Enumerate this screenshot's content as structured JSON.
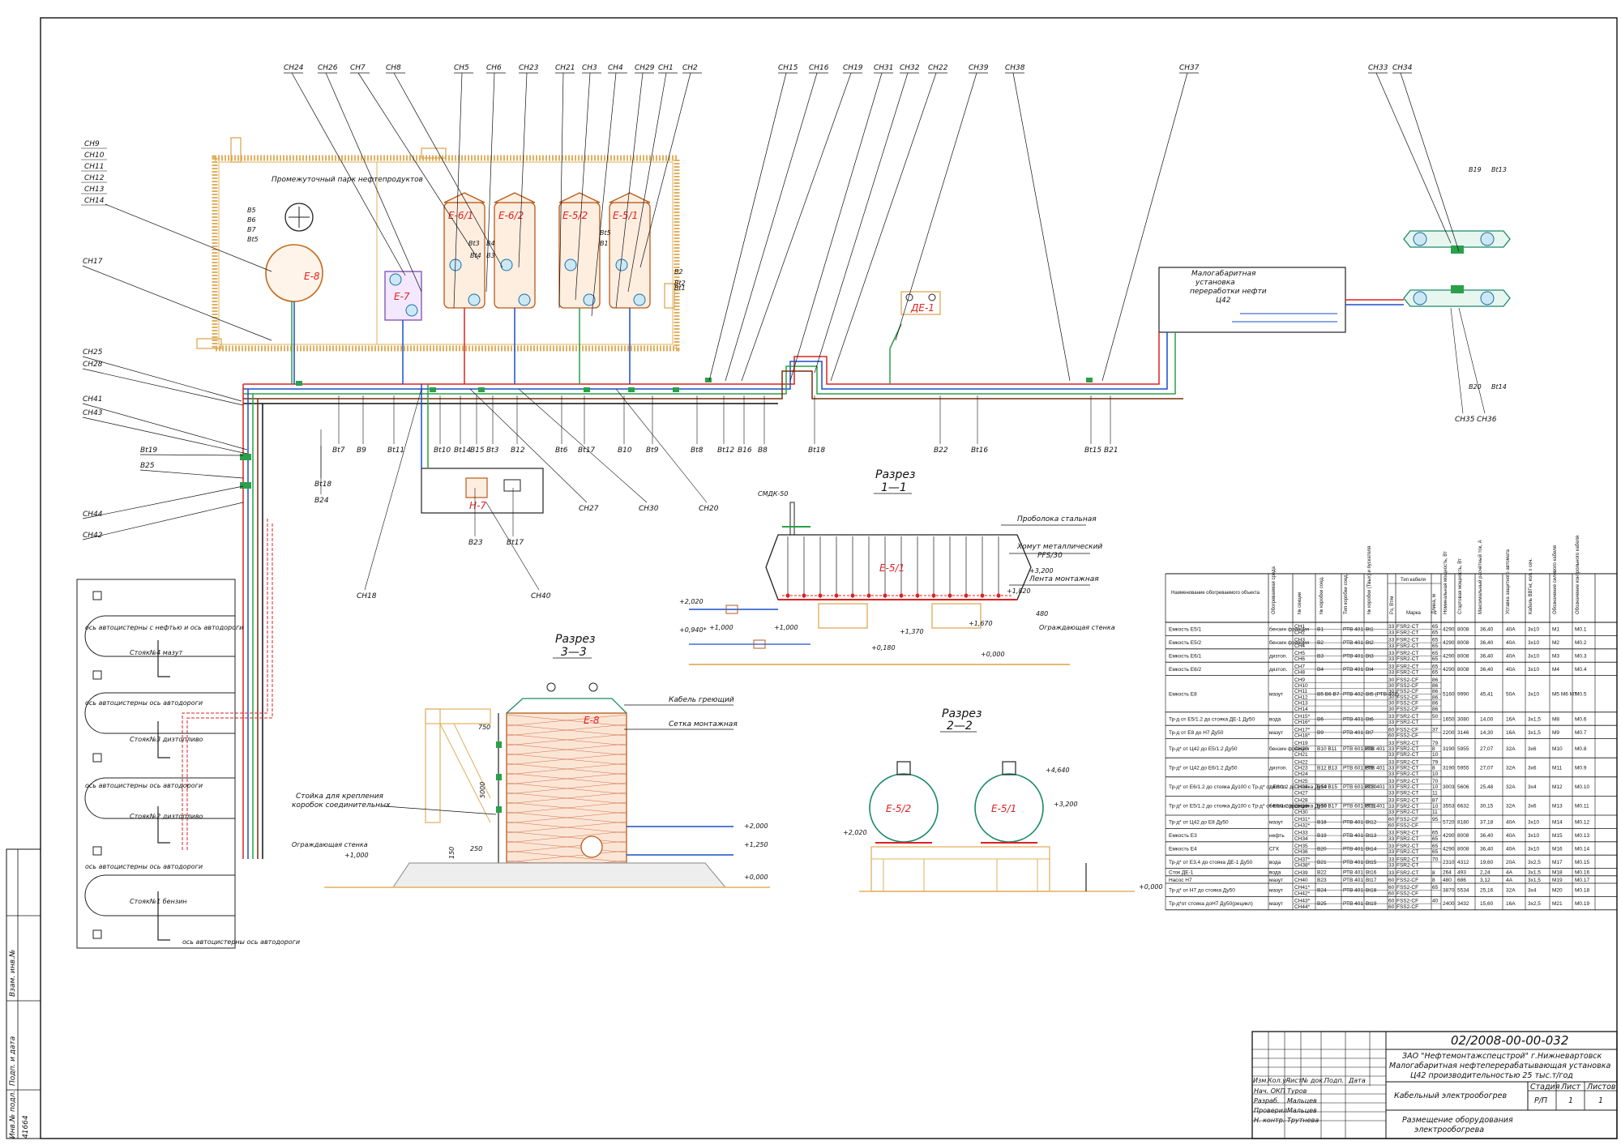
{
  "cable_tags_top": [
    "СН24",
    "СН26",
    "СН7",
    "СН8",
    "СН5",
    "СН6",
    "СН23",
    "СН21",
    "СН3",
    "СН4",
    "СН29",
    "СН1",
    "СН2",
    "СН15",
    "СН16",
    "СН19",
    "СН31",
    "СН32",
    "СН22",
    "СН39",
    "СН38",
    "СН37",
    "СН33",
    "СН34"
  ],
  "cable_tags_left_group": [
    "СН9",
    "СН10",
    "СН11",
    "СН12",
    "СН13",
    "СН14"
  ],
  "cable_tags_left": [
    "СН17",
    "СН25",
    "СН28",
    "СН41",
    "СН43",
    "Вt19",
    "В25",
    "СН44",
    "СН42"
  ],
  "box_tags_bottom": [
    "Вt7",
    "В9",
    "Вt11",
    "Вt10",
    "Вt14",
    "В15",
    "Вt3",
    "В12",
    "Вt6",
    "Вt17",
    "В10",
    "Вt9",
    "Вt8",
    "Вt12",
    "В16",
    "В8",
    "Вt18",
    "В22",
    "Вt16",
    "Вt15",
    "В21",
    "Вt18",
    "В24",
    "В23",
    "Вt17"
  ],
  "cable_tags_bottom": [
    "СН27",
    "СН30",
    "СН20",
    "СН18",
    "СН40",
    "СН35",
    "СН36"
  ],
  "box_tags_top": [
    "Вt3",
    "В4",
    "Вt4",
    "В3",
    "Вt5",
    "В1",
    "В2",
    "Вt2",
    "Вt1",
    "В19",
    "Вt13",
    "В20",
    "Вt14",
    "В5",
    "В6",
    "В7",
    "Вt5"
  ],
  "equipment": {
    "park_label": "Промежуточный парк нефтепродуктов",
    "tank_e8": "Е-8",
    "tank_e7": "Е-7",
    "tank_e51": "Е-5/1",
    "tank_e52": "Е-5/2",
    "tank_e61": "Е-6/1",
    "tank_e62": "Е-6/2",
    "de1": "ДЕ-1",
    "h7": "Н-7",
    "unit_label_1": "Малогабаритная",
    "unit_label_2": "установка",
    "unit_label_3": "переработки нефти",
    "unit_label_4": "Ц42"
  },
  "section_11": {
    "title": "Разрез",
    "number": "1—1",
    "tank": "Е-5/1",
    "note1": "Проболока стальная",
    "note2a": "Хомут металлический",
    "note2b": "PFS/30",
    "note3": "Лента монтажная",
    "top_tag": "СМДК-50",
    "elev": [
      "+3,200",
      "+2,020",
      "+1,820",
      "+1,670",
      "+1,370",
      "+1,000",
      "+1,000",
      "+0,940*",
      "+0,180",
      "+0,000",
      "480"
    ],
    "fence": "Ограждающая стенка"
  },
  "section_33": {
    "title": "Разрез",
    "number": "3—3",
    "tank": "Е-8",
    "note1": "Кабель греющий",
    "note2": "Сетка монтажная",
    "note3a": "Стойка для крепления",
    "note3b": "коробок соединительных",
    "dims": [
      "750",
      "5000",
      "250",
      "150"
    ],
    "elev": [
      "+2,000",
      "+1,250",
      "+1,000",
      "+0,000"
    ],
    "fence": "Ограждающая стенка"
  },
  "section_22": {
    "title": "Разрез",
    "number": "2—2",
    "tank_a": "Е-5/2",
    "tank_b": "Е-5/1",
    "elev": [
      "+4,640",
      "+3,200",
      "+2,020",
      "+0,000"
    ]
  },
  "road_labels": [
    "ось автоцистерны с нефтью и ось автодороги",
    "Стояк№4 мазут",
    "ось автоцистерны ось автодороги",
    "Стояк№3 дизтопливо",
    "ось автоцистерны ось автодороги",
    "Стояк№2 дизтопливо",
    "ось автоцистерны ось автодороги",
    "Стояк№1 бензин",
    "ось автоцистерны ось автодороги"
  ],
  "table": {
    "headers": [
      "Наименование обогреваемого объекта",
      "Обогреваемая среда",
      "№ секции",
      "№ коробки соед.",
      "Тип коробки соед.",
      "№ коробки (Твых) и пускателя",
      "Рз, Вт/м",
      "Марка",
      "Длина, м",
      "Номинальная мощность, Вт",
      "Стартовая мощность, Вт",
      "Максимальный расчётный ток, А",
      "Уставка защитного автомата",
      "Кабель ВВГнг, кол. x сеч.",
      "Обозначение силового кабеля",
      "Обозначение контрольного кабеля"
    ],
    "group_header": "Тип кабеля",
    "rows": [
      {
        "obj": "Емкость Е5/1",
        "med": "бензин фракция",
        "sec": [
          "СН1",
          "СН2"
        ],
        "box": "В1",
        "type": "РТВ 401",
        "ctrl": "Вt1",
        "pz": [
          "33",
          "33"
        ],
        "mark": [
          "FSR2-CT",
          "FSR2-CT"
        ],
        "len": [
          "65",
          "65"
        ],
        "pn": "4290",
        "ps": "8008",
        "i": "36,40",
        "aut": "40А",
        "cab": "3х10",
        "m": "М1",
        "mo": "М0.1"
      },
      {
        "obj": "Емкость Е5/2",
        "med": "бензин фракция",
        "sec": [
          "СН3",
          "СН4"
        ],
        "box": "В2",
        "type": "РТВ 401",
        "ctrl": "Вt2",
        "pz": [
          "33",
          "33"
        ],
        "mark": [
          "FSR2-CT",
          "FSR2-CT"
        ],
        "len": [
          "65",
          "65"
        ],
        "pn": "4290",
        "ps": "8008",
        "i": "36,40",
        "aut": "40А",
        "cab": "3х10",
        "m": "М2",
        "mo": "М0.2"
      },
      {
        "obj": "Емкость Е6/1",
        "med": "дизтоп.",
        "sec": [
          "СН5",
          "СН6"
        ],
        "box": "В3",
        "type": "РТВ 401",
        "ctrl": "Вt3",
        "pz": [
          "33",
          "33"
        ],
        "mark": [
          "FSR2-CT",
          "FSR2-CT"
        ],
        "len": [
          "65",
          "65"
        ],
        "pn": "4290",
        "ps": "8008",
        "i": "36,40",
        "aut": "40А",
        "cab": "3х10",
        "m": "М3",
        "mo": "М0.3"
      },
      {
        "obj": "Емкость Е6/2",
        "med": "дизтоп.",
        "sec": [
          "СН7",
          "СН8"
        ],
        "box": "В4",
        "type": "РТВ 401",
        "ctrl": "Вt4",
        "pz": [
          "33",
          "33"
        ],
        "mark": [
          "FSR2-CT",
          "FSR2-CT"
        ],
        "len": [
          "65",
          "65"
        ],
        "pn": "4290",
        "ps": "8008",
        "i": "36,40",
        "aut": "40А",
        "cab": "3х10",
        "m": "М4",
        "mo": "М0.4"
      },
      {
        "obj": "Емкость Е8",
        "med": "мазут",
        "sec": [
          "СН9",
          "СН10",
          "СН11",
          "СН12",
          "СН13",
          "СН14"
        ],
        "box": "В5 В6 В7",
        "type": "РТВ 402",
        "ctrl": "Вt5 (РТВ 402)",
        "pz": [
          "30",
          "30",
          "30",
          "30",
          "30",
          "30"
        ],
        "mark": [
          "FSS2-CF",
          "FSS2-CF",
          "FSS2-CF",
          "FSS2-CF",
          "FSS2-CF",
          "FSS2-CF"
        ],
        "len": [
          "86",
          "86",
          "86",
          "86",
          "86",
          "86"
        ],
        "pn": "5160",
        "ps": "9990",
        "i": "45,41",
        "aut": "50А",
        "cab": "3х10",
        "m": "М5 М6 М7",
        "mo": "М0.5"
      },
      {
        "obj": "Тр-д от Е5/1.2 до стояка ДЕ-1 Ду50",
        "med": "вода",
        "sec": [
          "СН15*",
          "СН16*"
        ],
        "box": "В6",
        "type": "РТВ 401",
        "ctrl": "Вt6",
        "pz": [
          "33",
          "33"
        ],
        "mark": [
          "FSR2-CT",
          "FSR2-CT"
        ],
        "len": [
          "50",
          ""
        ],
        "pn": "1650",
        "ps": "3080",
        "i": "14,00",
        "aut": "16А",
        "cab": "3х1,5",
        "m": "М8",
        "mo": "М0.6"
      },
      {
        "obj": "Тр-д от Е8 до Н7 Ду50",
        "med": "мазут",
        "sec": [
          "СН17*",
          "СН18*"
        ],
        "box": "В9",
        "type": "РТВ 401",
        "ctrl": "Вt7",
        "pz": [
          "60",
          "60"
        ],
        "mark": [
          "FSS2-CF",
          "FSS2-CF"
        ],
        "len": [
          "37",
          ""
        ],
        "pn": "2200",
        "ps": "3146",
        "i": "14,30",
        "aut": "16А",
        "cab": "3х1,5",
        "m": "М9",
        "mo": "М0.7"
      },
      {
        "obj": "Тр-д* от Ц42 до Е5/1.2 Ду50",
        "med": "бензин фракция",
        "sec": [
          "СН19",
          "СН20",
          "СН21"
        ],
        "box": "В10 В11",
        "type": "РТВ 601 РТВ 401",
        "ctrl": "Вt8",
        "pz": [
          "33",
          "33",
          "33"
        ],
        "mark": [
          "FSR2-CT",
          "FSR2-CT",
          "FSR2-CT"
        ],
        "len": [
          "79",
          "8",
          "10"
        ],
        "pn": "3190",
        "ps": "5955",
        "i": "27,07",
        "aut": "32А",
        "cab": "3х6",
        "m": "М10",
        "mo": "М0.8"
      },
      {
        "obj": "Тр-д* от Ц42 до Е6/1.2 Ду50",
        "med": "дизтоп.",
        "sec": [
          "СН22",
          "СН23",
          "СН24"
        ],
        "box": "В12 В13",
        "type": "РТВ 601 РТВ 401",
        "ctrl": "Вt9",
        "pz": [
          "33",
          "33",
          "33"
        ],
        "mark": [
          "FSR2-CT",
          "FSR2-CT",
          "FSR2-CT"
        ],
        "len": [
          "79",
          "8",
          "10"
        ],
        "pn": "3190",
        "ps": "5955",
        "i": "27,07",
        "aut": "32А",
        "cab": "3х6",
        "m": "М11",
        "mo": "М0.9"
      },
      {
        "obj": "Тр-д* от Е6/1.2 до стояка Ду100 с Тр-д* от Е6/1.2 до стояка Ду50",
        "med": "дизтоп.",
        "sec": [
          "СН25",
          "СН26",
          "СН27"
        ],
        "box": "В14 В15",
        "type": "РТВ 601 РТВ 401",
        "ctrl": "Вt10",
        "pz": [
          "33",
          "33",
          "33"
        ],
        "mark": [
          "FSR2-CT",
          "FSR2-CT",
          "FSR2-CT"
        ],
        "len": [
          "70",
          "10",
          "11"
        ],
        "pn": "3003",
        "ps": "5606",
        "i": "25,48",
        "aut": "32А",
        "cab": "3х4",
        "m": "М12",
        "mo": "М0.10"
      },
      {
        "obj": "Тр-д* от Е5/1.2 до стояка Ду100 с Тр-д* от Е5/1.2 до стояка Ду50",
        "med": "бензин фракция",
        "sec": [
          "СН28",
          "СН29",
          "СН30"
        ],
        "box": "В16 В17",
        "type": "РТВ 601 РТВ 401",
        "ctrl": "Вt11",
        "pz": [
          "33",
          "33",
          "33"
        ],
        "mark": [
          "FSR2-CT",
          "FSR2-CT",
          "FSR2-CT"
        ],
        "len": [
          "87",
          "10",
          "11"
        ],
        "pn": "3553",
        "ps": "6632",
        "i": "30,15",
        "aut": "32А",
        "cab": "3х6",
        "m": "М13",
        "mo": "М0.11"
      },
      {
        "obj": "Тр-д* от Ц42 до Е8 Ду50",
        "med": "мазут",
        "sec": [
          "СН31*",
          "СН32*"
        ],
        "box": "В18",
        "type": "РТВ 401",
        "ctrl": "Вt12",
        "pz": [
          "60",
          "60"
        ],
        "mark": [
          "FSS2-CF",
          "FSS2-CF"
        ],
        "len": [
          "95",
          ""
        ],
        "pn": "5720",
        "ps": "8180",
        "i": "37,18",
        "aut": "40А",
        "cab": "3х10",
        "m": "М14",
        "mo": "М0.12"
      },
      {
        "obj": "Емкость Е3",
        "med": "нефть",
        "sec": [
          "СН33",
          "СН34"
        ],
        "box": "В19",
        "type": "РТВ 401",
        "ctrl": "Вt13",
        "pz": [
          "33",
          "33"
        ],
        "mark": [
          "FSR2-CT",
          "FSR2-CT"
        ],
        "len": [
          "65",
          "65"
        ],
        "pn": "4290",
        "ps": "8008",
        "i": "36,40",
        "aut": "40А",
        "cab": "3х10",
        "m": "М15",
        "mo": "М0.13"
      },
      {
        "obj": "Емкость Е4",
        "med": "СГК",
        "sec": [
          "СН35",
          "СН36"
        ],
        "box": "В20",
        "type": "РТВ 401",
        "ctrl": "Вt14",
        "pz": [
          "33",
          "33"
        ],
        "mark": [
          "FSR2-CT",
          "FSR2-CT"
        ],
        "len": [
          "65",
          "65"
        ],
        "pn": "4290",
        "ps": "8008",
        "i": "36,40",
        "aut": "40А",
        "cab": "3х10",
        "m": "М16",
        "mo": "М0.14"
      },
      {
        "obj": "Тр-д* от Е3,4 до стояка ДЕ-1 Ду50",
        "med": "вода",
        "sec": [
          "СН37*",
          "СН38*"
        ],
        "box": "В21",
        "type": "РТВ 401",
        "ctrl": "Вt15",
        "pz": [
          "33",
          "33"
        ],
        "mark": [
          "FSR2-CT",
          "FSR2-CT"
        ],
        "len": [
          "70",
          ""
        ],
        "pn": "2310",
        "ps": "4312",
        "i": "19,60",
        "aut": "20А",
        "cab": "3х2,5",
        "m": "М17",
        "mo": "М0.15"
      },
      {
        "obj": "Сток ДЕ-1",
        "med": "вода",
        "sec": [
          "СН39"
        ],
        "box": "В22",
        "type": "РТВ 401",
        "ctrl": "Вt16",
        "pz": [
          "33"
        ],
        "mark": [
          "FSR2-CT"
        ],
        "len": [
          "8"
        ],
        "pn": "264",
        "ps": "493",
        "i": "2,24",
        "aut": "4А",
        "cab": "3х1,5",
        "m": "М18",
        "mo": "М0.16"
      },
      {
        "obj": "Насос Н7",
        "med": "мазут",
        "sec": [
          "СН40"
        ],
        "box": "В23",
        "type": "РТВ 401",
        "ctrl": "Вt17",
        "pz": [
          "60"
        ],
        "mark": [
          "FSS2-CF"
        ],
        "len": [
          "8"
        ],
        "pn": "480",
        "ps": "686",
        "i": "3,12",
        "aut": "4А",
        "cab": "3х1,5",
        "m": "М19",
        "mo": "М0.17"
      },
      {
        "obj": "Тр-д* от Н7 до стояка Ду50",
        "med": "мазут",
        "sec": [
          "СН41*",
          "СН42*"
        ],
        "box": "В24",
        "type": "РТВ 401",
        "ctrl": "Вt18",
        "pz": [
          "60",
          "60"
        ],
        "mark": [
          "FSS2-CF",
          "FSS2-CF"
        ],
        "len": [
          "65",
          ""
        ],
        "pn": "3870",
        "ps": "5534",
        "i": "25,16",
        "aut": "32А",
        "cab": "3х4",
        "m": "М20",
        "mo": "М0.18"
      },
      {
        "obj": "Тр-д*от стояка доН7 Ду50(рецикл)",
        "med": "мазут",
        "sec": [
          "СН43*",
          "СН44*"
        ],
        "box": "В25",
        "type": "РТВ 401",
        "ctrl": "Вt19",
        "pz": [
          "60",
          "60"
        ],
        "mark": [
          "FSS2-CF",
          "FSS2-CF"
        ],
        "len": [
          "40",
          ""
        ],
        "pn": "2400",
        "ps": "3432",
        "i": "15,60",
        "aut": "16А",
        "cab": "3х2,5",
        "m": "М21",
        "mo": "М0.19"
      }
    ]
  },
  "stamp": {
    "code": "02/2008-00-00-032",
    "org1": "ЗАО \"Нефтемонтажспецстрой\" г.Нижневартовск",
    "org2": "Малогабаритная нефтеперерабатывающая установка",
    "org3": "Ц42 производительностью 25 тыс.т/год",
    "col_heads": [
      "Изм.",
      "Кол.уч",
      "Лист",
      "№ док.",
      "Подп.",
      "Дата"
    ],
    "roles": [
      "Нач. ОКП",
      "Разраб.",
      "Проверил",
      "Н. контр."
    ],
    "names": [
      "Туров",
      "Мальцев",
      "Мальцев",
      "Трутнева"
    ],
    "title1": "Кабельный электрообогрев",
    "title2a": "Размещение оборудования",
    "title2b": "электрообогрева",
    "stage_h": "Стадия",
    "sheet_h": "Лист",
    "sheets_h": "Листов",
    "stage": "Р/П",
    "sheet": "1",
    "sheets": "1"
  },
  "side_stamp": {
    "inv": "Инв.№ подл.",
    "sign": "Подп. и дата",
    "vzam": "Взам. инв.№",
    "inv_no": "41664"
  }
}
